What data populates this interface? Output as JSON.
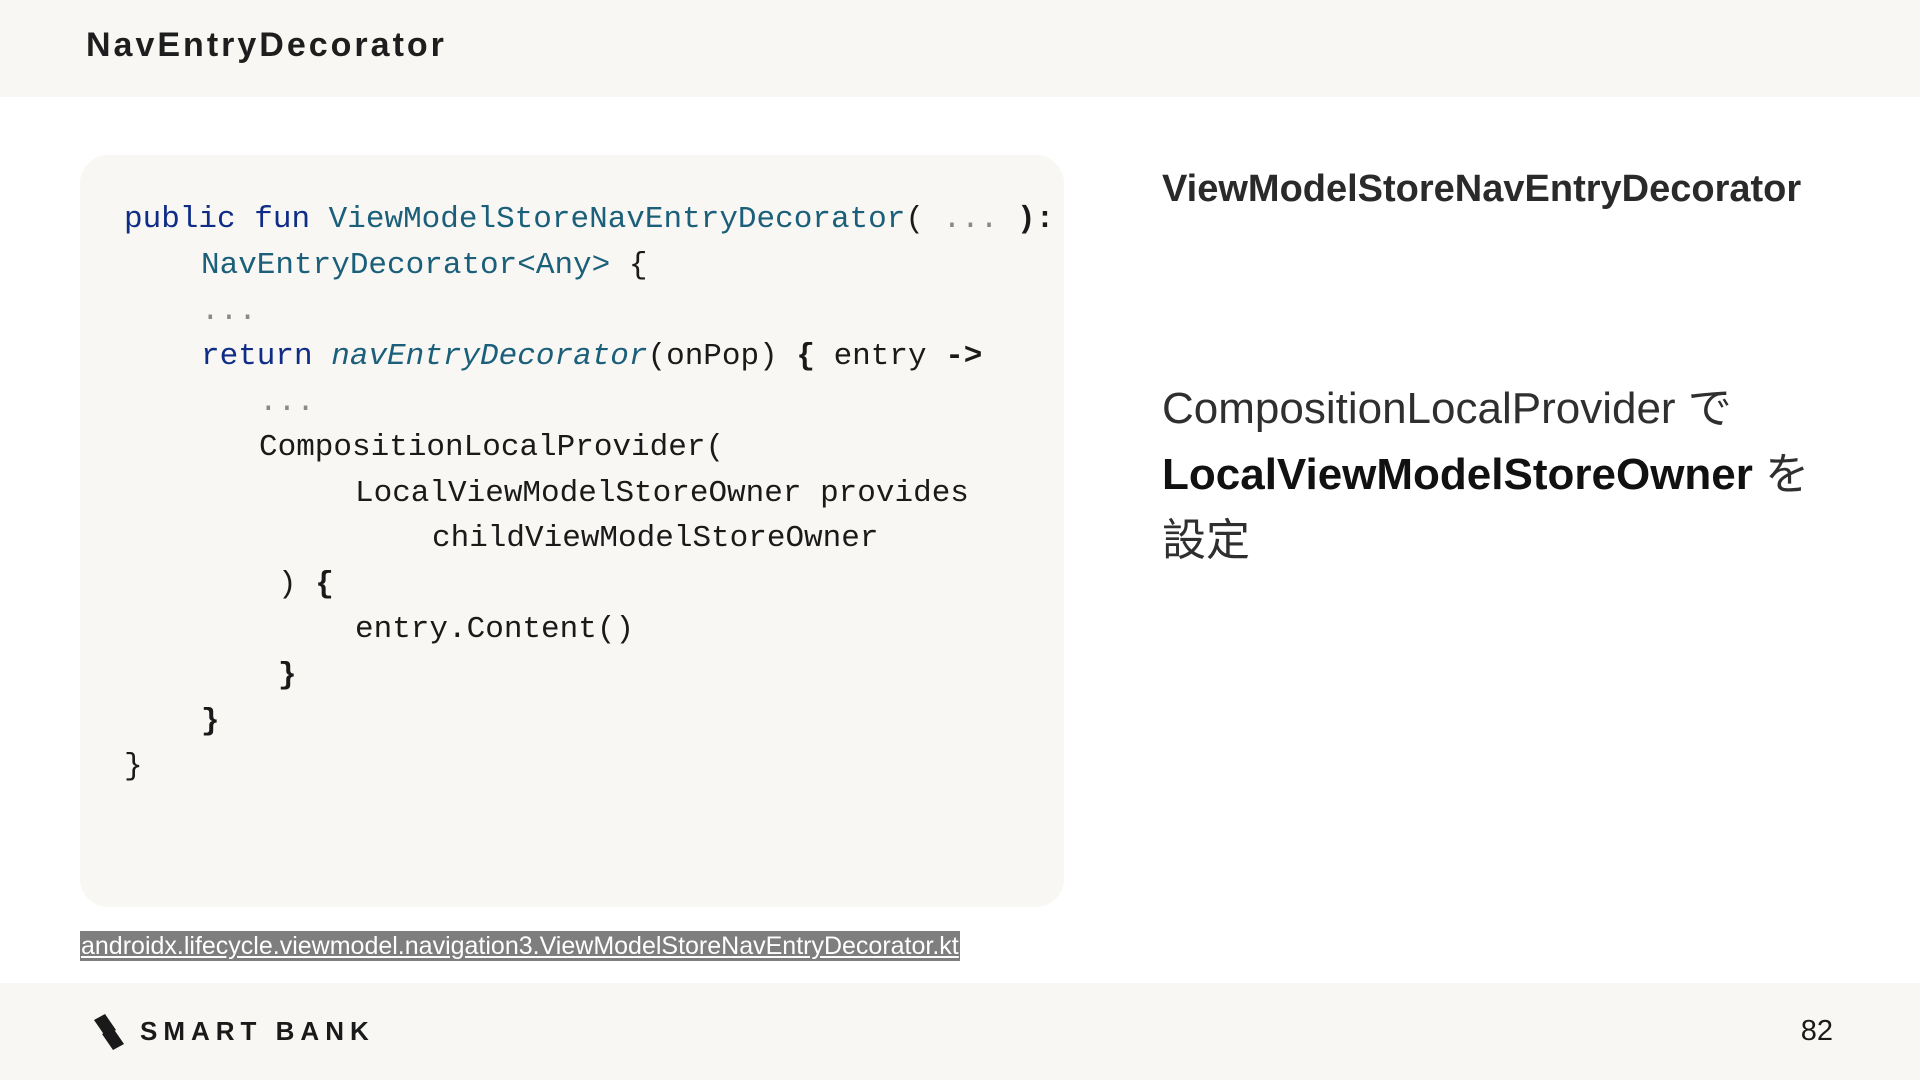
{
  "header": {
    "title": "NavEntryDecorator"
  },
  "code": {
    "l1_kw1": "public",
    "l1_kw2": "fun",
    "l1_fn": "ViewModelStoreNavEntryDecorator",
    "l1_open": "(",
    "l1_ellipsis": "...",
    "l1_close": "):",
    "l2_type": "NavEntryDecorator<Any>",
    "l2_brace": "{",
    "l3": "...",
    "l4_kw": "return",
    "l4_fn": "navEntryDecorator",
    "l4_args": "(onPop)",
    "l4_brace": "{",
    "l4_param": "entry",
    "l4_arrow": "->",
    "l5": "...",
    "l6": "CompositionLocalProvider(",
    "l7": "LocalViewModelStoreOwner provides",
    "l8": "childViewModelStoreOwner",
    "l9_paren": ")",
    "l9_brace": "{",
    "l10": "entry.Content()",
    "l11": "}",
    "l12": "}",
    "l13": "}"
  },
  "source": {
    "path": "androidx.lifecycle.viewmodel.navigation3.ViewModelStoreNavEntryDecorator.kt"
  },
  "right": {
    "heading": "ViewModelStoreNavEntryDecorator",
    "line1": "CompositionLocalProvider で",
    "line2_bold": "LocalViewModelStoreOwner",
    "line2_rest": " を",
    "line3": "設定"
  },
  "footer": {
    "brand": "SMART BANK",
    "page_number": "82"
  }
}
